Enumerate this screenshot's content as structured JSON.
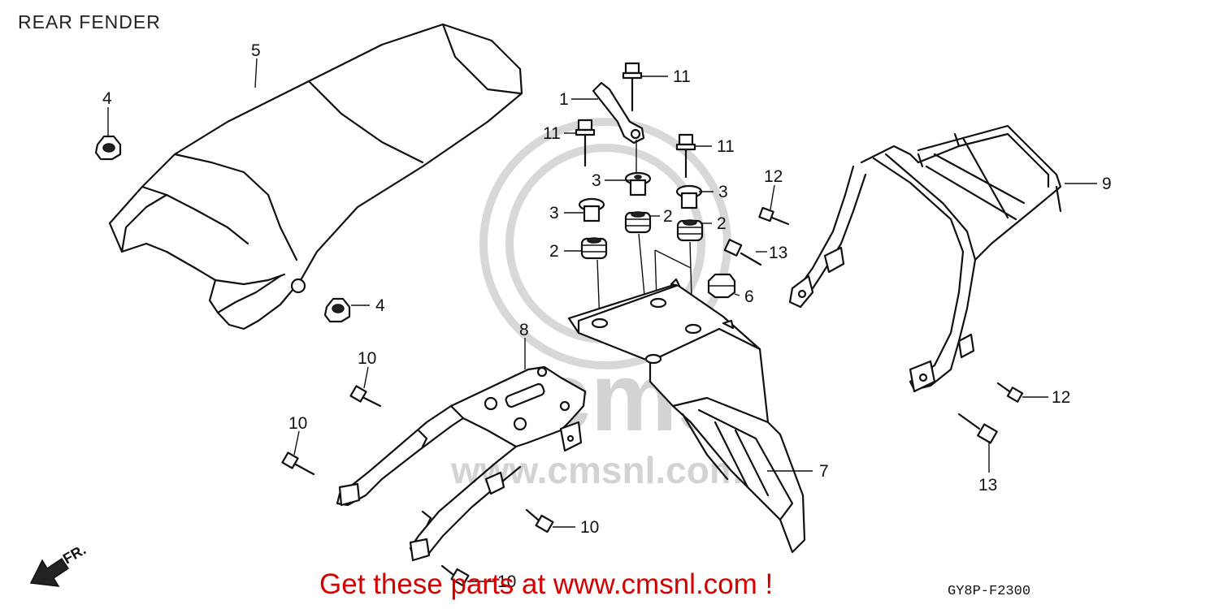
{
  "title": "REAR FENDER",
  "drawing_code": "GY8P-F2300",
  "footer_link": "Get these parts at www.cmsnl.com !",
  "watermark": {
    "logo_text": "cms",
    "url_text": "www.cmsnl.com"
  },
  "direction_label": "FR.",
  "callouts": {
    "c1": "1",
    "c2a": "2",
    "c2b": "2",
    "c2c": "2",
    "c3a": "3",
    "c3b": "3",
    "c3c": "3",
    "c4a": "4",
    "c4b": "4",
    "c5": "5",
    "c6": "6",
    "c7": "7",
    "c8": "8",
    "c9": "9",
    "c10a": "10",
    "c10b": "10",
    "c10c": "10",
    "c10d": "10",
    "c11a": "11",
    "c11b": "11",
    "c11c": "11",
    "c12a": "12",
    "c12b": "12",
    "c13a": "13",
    "c13b": "13"
  },
  "colors": {
    "line": "#111111",
    "footer_link": "#d40000",
    "watermark": "#d4d4d4"
  }
}
